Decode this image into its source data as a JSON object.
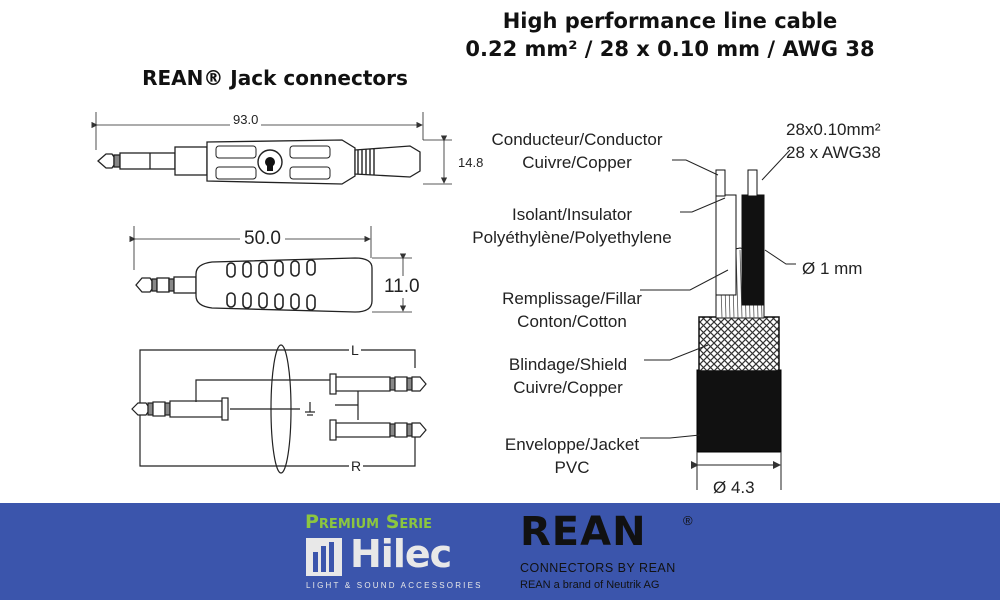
{
  "cable_title": {
    "line1": "High performance line cable",
    "line2": "0.22 mm² / 28 x 0.10 mm / AWG 38"
  },
  "connectors_title": "REAN® Jack connectors",
  "plug1": {
    "length": "93.0",
    "diameter": "14.8"
  },
  "plug2": {
    "length": "50.0",
    "diameter": "11.0"
  },
  "wiring": {
    "left": "L",
    "right": "R"
  },
  "cable_labels": {
    "conductor": [
      "Conducteur/Conductor",
      "Cuivre/Copper"
    ],
    "insulator": [
      "Isolant/Insulator",
      "Polyéthylène/Polyethylene"
    ],
    "filler": [
      "Remplissage/Fillar",
      "Conton/Cotton"
    ],
    "shield": [
      "Blindage/Shield",
      "Cuivre/Copper"
    ],
    "jacket": [
      "Enveloppe/Jacket",
      "PVC"
    ],
    "strand_spec": [
      "28x0.10mm²",
      "28 x AWG38"
    ],
    "wire_diameter": "Ø 1 mm",
    "cable_diameter": "Ø 4.3"
  },
  "footer": {
    "premium": "Premium Serie",
    "hilec": "Hilec",
    "hilec_tagline": "LIGHT & SOUND ACCESSORIES",
    "rean": "REAN",
    "rean_mark": "®",
    "rean_line1": "CONNECTORS BY REAN",
    "rean_line2": "REAN a brand of Neutrik AG"
  },
  "colors": {
    "footer_bg": "#3b55ac",
    "premium_green": "#8cc63f",
    "ink": "#111111"
  }
}
